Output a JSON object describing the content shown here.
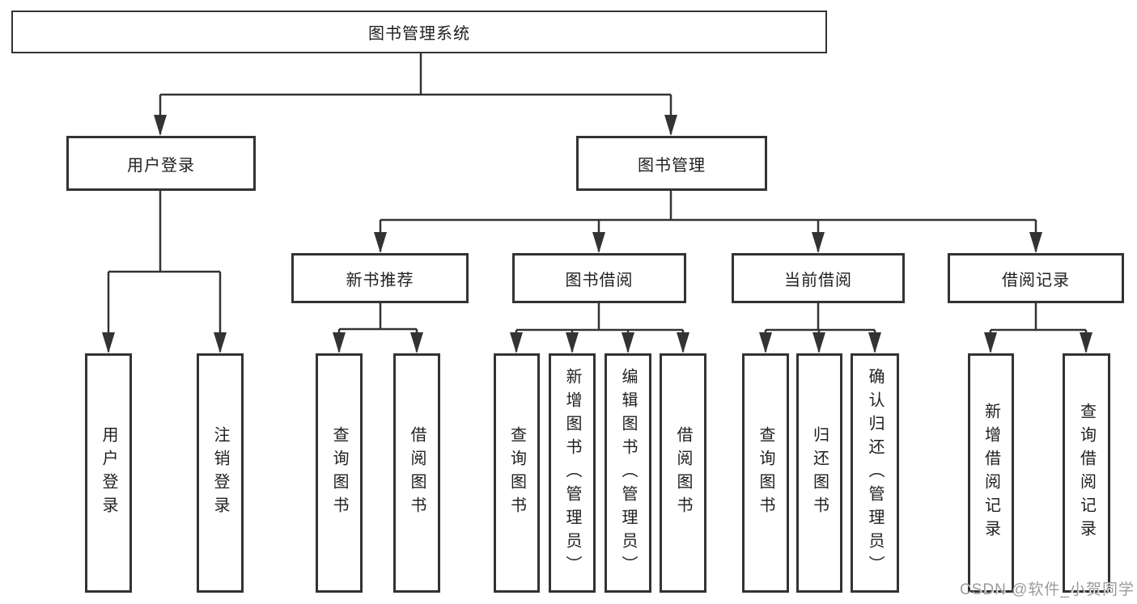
{
  "tree": {
    "root": {
      "label": "图书管理系统",
      "children": [
        {
          "label": "用户登录",
          "children": [
            {
              "label": "用户登录"
            },
            {
              "label": "注销登录"
            }
          ]
        },
        {
          "label": "图书管理",
          "children": [
            {
              "label": "新书推荐",
              "children": [
                {
                  "label": "查询图书"
                },
                {
                  "label": "借阅图书"
                }
              ]
            },
            {
              "label": "图书借阅",
              "children": [
                {
                  "label": "查询图书"
                },
                {
                  "label": "新增图书（管理员）"
                },
                {
                  "label": "编辑图书（管理员）"
                },
                {
                  "label": "借阅图书"
                }
              ]
            },
            {
              "label": "当前借阅",
              "children": [
                {
                  "label": "查询图书"
                },
                {
                  "label": "归还图书"
                },
                {
                  "label": "确认归还（管理员）"
                }
              ]
            },
            {
              "label": "借阅记录",
              "children": [
                {
                  "label": "新增借阅记录"
                },
                {
                  "label": "查询借阅记录"
                }
              ]
            }
          ]
        }
      ]
    }
  },
  "watermark": {
    "text": "CSDN @软件_小贺同学"
  },
  "colors": {
    "line": "#333333",
    "box_border": "#333333",
    "box_fill": "#ffffff",
    "text": "#1f1f1f",
    "watermark": "#9b9b9b",
    "background": "#ffffff"
  }
}
